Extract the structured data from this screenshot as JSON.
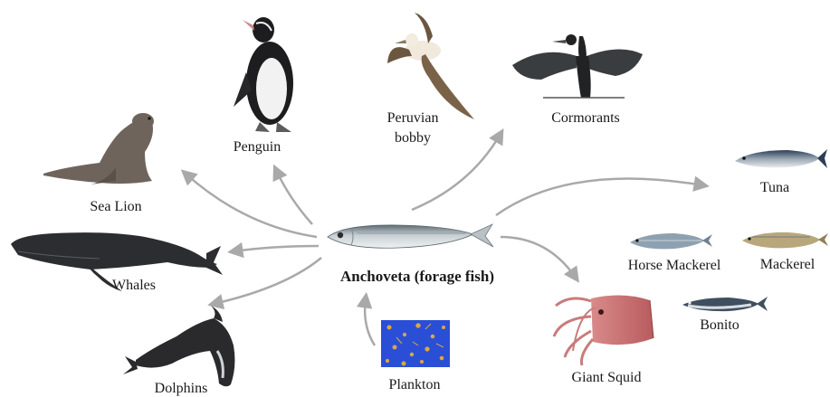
{
  "diagram": {
    "center": {
      "label": "Anchoveta (forage fish)"
    },
    "source": {
      "label": "Plankton"
    },
    "predators": [
      {
        "id": "penguin",
        "label": "Penguin"
      },
      {
        "id": "peruvian-bobby",
        "label": "Peruvian\nbobby"
      },
      {
        "id": "cormorants",
        "label": "Cormorants"
      },
      {
        "id": "sea-lion",
        "label": "Sea Lion"
      },
      {
        "id": "whales",
        "label": "Whales"
      },
      {
        "id": "dolphins",
        "label": "Dolphins"
      },
      {
        "id": "tuna",
        "label": "Tuna"
      },
      {
        "id": "horse-mackerel",
        "label": "Horse Mackerel"
      },
      {
        "id": "mackerel",
        "label": "Mackerel"
      },
      {
        "id": "bonito",
        "label": "Bonito"
      },
      {
        "id": "giant-squid",
        "label": "Giant Squid"
      }
    ],
    "colors": {
      "arrow": "#a9a9a9",
      "text": "#1a1a1a",
      "plankton_bg": "#2a4fd6"
    }
  }
}
